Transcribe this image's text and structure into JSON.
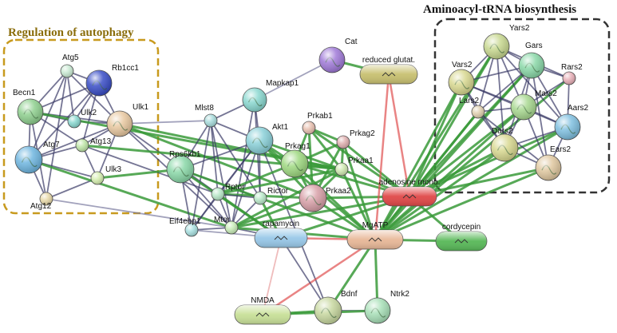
{
  "clusters": [
    {
      "id": "autophagy",
      "title": "Regulation of autophagy",
      "title_color": "#8a6d0b",
      "border_color": "#c89a1e"
    },
    {
      "id": "trna",
      "title": "Aminoacyl-tRNA biosynthesis",
      "title_color": "#111111",
      "border_color": "#333333"
    }
  ],
  "nodes": [
    {
      "id": "Atg5",
      "label": "Atg5",
      "kind": "small",
      "color": "#c9ead3",
      "label_side": "top"
    },
    {
      "id": "Rb1cc1",
      "label": "Rb1cc1",
      "kind": "protein",
      "color": "#3a4ec7",
      "label_side": "right"
    },
    {
      "id": "Becn1",
      "label": "Becn1",
      "kind": "protein",
      "color": "#8fd08f",
      "label_side": "top"
    },
    {
      "id": "Ulk2",
      "label": "Ulk2",
      "kind": "small",
      "color": "#8ad8d0",
      "label_side": "right"
    },
    {
      "id": "Ulk1",
      "label": "Ulk1",
      "kind": "protein",
      "color": "#e8c8a0",
      "label_side": "right"
    },
    {
      "id": "Atg7",
      "label": "Atg7",
      "kind": "protein",
      "color": "#6fb6e0",
      "label_side": "right"
    },
    {
      "id": "Atg13",
      "label": "Atg13",
      "kind": "small",
      "color": "#bfe6a8",
      "label_side": "right"
    },
    {
      "id": "Ulk3",
      "label": "Ulk3",
      "kind": "small",
      "color": "#d6efb0",
      "label_side": "right"
    },
    {
      "id": "Atg12",
      "label": "Atg12",
      "kind": "small",
      "color": "#e8d9a8",
      "label_side": "right"
    },
    {
      "id": "Mlst8",
      "label": "Mlst8",
      "kind": "small",
      "color": "#a8dcdc",
      "label_side": "left"
    },
    {
      "id": "Mapkap1",
      "label": "Mapkap1",
      "kind": "protein",
      "color": "#8ad8d0",
      "label_side": "topright"
    },
    {
      "id": "Akt1",
      "label": "Akt1",
      "kind": "protein",
      "color": "#8ad0d8",
      "label_side": "topright"
    },
    {
      "id": "Prkab1",
      "label": "Prkab1",
      "kind": "small",
      "color": "#e8c0b0",
      "label_side": "right"
    },
    {
      "id": "Prkag2",
      "label": "Prkag2",
      "kind": "small",
      "color": "#e0b0b0",
      "label_side": "right"
    },
    {
      "id": "Prkag1",
      "label": "Prkag1",
      "kind": "protein",
      "color": "#9ed880",
      "label_side": "topright"
    },
    {
      "id": "Prkaa1",
      "label": "Prkaa1",
      "kind": "small",
      "color": "#cfe8b0",
      "label_side": "right"
    },
    {
      "id": "Prkaa2",
      "label": "Prkaa2",
      "kind": "protein",
      "color": "#d8a0a8",
      "label_side": "right"
    },
    {
      "id": "Rps6kb1",
      "label": "Rps6kb1",
      "kind": "protein",
      "color": "#8ad8a8",
      "label_side": "topleft"
    },
    {
      "id": "Rptor",
      "label": "Rptor",
      "kind": "small",
      "color": "#b8e8c8",
      "label_side": "right"
    },
    {
      "id": "Rictor",
      "label": "Rictor",
      "kind": "small",
      "color": "#b8e8c8",
      "label_side": "right"
    },
    {
      "id": "Eif4ebp1",
      "label": "Eif4ebp1",
      "kind": "small",
      "color": "#a8e0e0",
      "label_side": "topright"
    },
    {
      "id": "Mtor",
      "label": "Mtor",
      "kind": "small",
      "color": "#c8ecb8",
      "label_side": "left"
    },
    {
      "id": "Cat",
      "label": "Cat",
      "kind": "protein",
      "color": "#a07ad8",
      "label_side": "right"
    },
    {
      "id": "Yars2",
      "label": "Yars2",
      "kind": "protein",
      "color": "#c8d890",
      "label_side": "topright"
    },
    {
      "id": "Gars",
      "label": "Gars",
      "kind": "protein",
      "color": "#8ad8a8",
      "label_side": "topright"
    },
    {
      "id": "Vars2",
      "label": "Vars2",
      "kind": "protein",
      "color": "#d8d890",
      "label_side": "topright"
    },
    {
      "id": "Rars2",
      "label": "Rars2",
      "kind": "small",
      "color": "#e8b0b8",
      "label_side": "right"
    },
    {
      "id": "Lars2",
      "label": "Lars2",
      "kind": "small",
      "color": "#e0d0b0",
      "label_side": "topleft"
    },
    {
      "id": "Mars2",
      "label": "Mars2",
      "kind": "protein",
      "color": "#a8d890",
      "label_side": "topright"
    },
    {
      "id": "Aars2",
      "label": "Aars2",
      "kind": "protein",
      "color": "#80c0e0",
      "label_side": "right"
    },
    {
      "id": "Dars2",
      "label": "Dars2",
      "kind": "protein",
      "color": "#d8d890",
      "label_side": "topright"
    },
    {
      "id": "Ears2",
      "label": "Ears2",
      "kind": "protein",
      "color": "#e0c8a0",
      "label_side": "right"
    },
    {
      "id": "Bdnf",
      "label": "Bdnf",
      "kind": "protein",
      "color": "#c8d8a0",
      "label_side": "topright"
    },
    {
      "id": "Ntrk2",
      "label": "Ntrk2",
      "kind": "protein",
      "color": "#a8e0b8",
      "label_side": "topright"
    },
    {
      "id": "reduced_glutat",
      "label": "reduced glutat.",
      "kind": "pill",
      "color": "#c8c070",
      "label_side": "inside"
    },
    {
      "id": "adenosine_mono",
      "label": "adenosine mono.",
      "kind": "pill",
      "color": "#e04848",
      "label_side": "inside"
    },
    {
      "id": "rapamycin",
      "label": "rapamycin",
      "kind": "pill",
      "color": "#98c8e8",
      "label_side": "inside"
    },
    {
      "id": "MgATP",
      "label": "MgATP",
      "kind": "pill",
      "color": "#e8b898",
      "label_side": "inside"
    },
    {
      "id": "cordycepin",
      "label": "cordycepin",
      "kind": "pill",
      "color": "#58b858",
      "label_side": "inside"
    },
    {
      "id": "NMDA",
      "label": "NMDA",
      "kind": "pill",
      "color": "#c8e098",
      "label_side": "inside"
    }
  ],
  "edges": [
    [
      "Atg5",
      "Rb1cc1",
      "#3a3a66"
    ],
    [
      "Atg5",
      "Becn1",
      "#3a3a66"
    ],
    [
      "Atg5",
      "Atg7",
      "#3a3a66"
    ],
    [
      "Atg5",
      "Ulk1",
      "#3a3a66"
    ],
    [
      "Atg5",
      "Atg12",
      "#3a3a66"
    ],
    [
      "Atg5",
      "Ulk2",
      "#3a3a66"
    ],
    [
      "Rb1cc1",
      "Ulk1",
      "#3a3a66"
    ],
    [
      "Rb1cc1",
      "Ulk2",
      "#3a3a66"
    ],
    [
      "Rb1cc1",
      "Atg13",
      "#3a3a66"
    ],
    [
      "Rb1cc1",
      "Becn1",
      "#3a3a66"
    ],
    [
      "Rb1cc1",
      "Atg7",
      "#3a3a66"
    ],
    [
      "Becn1",
      "Atg7",
      "#3a3a66"
    ],
    [
      "Becn1",
      "Ulk1",
      "#3a3a66"
    ],
    [
      "Becn1",
      "Ulk2",
      "#3a3a66"
    ],
    [
      "Becn1",
      "Atg13",
      "#3a3a66"
    ],
    [
      "Becn1",
      "Atg12",
      "#3a3a66"
    ],
    [
      "Ulk1",
      "Ulk2",
      "#3a3a66"
    ],
    [
      "Ulk1",
      "Atg13",
      "#3a3a66"
    ],
    [
      "Ulk1",
      "Atg7",
      "#3a3a66"
    ],
    [
      "Ulk1",
      "Ulk3",
      "#3a3a66"
    ],
    [
      "Ulk1",
      "Mlst8",
      "#7a7aa0"
    ],
    [
      "Ulk1",
      "Rptor",
      "#3a3a66"
    ],
    [
      "Ulk1",
      "Mtor",
      "#3a3a66"
    ],
    [
      "Ulk1",
      "Prkaa1",
      "#3a9a3a"
    ],
    [
      "Ulk1",
      "Prkaa2",
      "#3a9a3a"
    ],
    [
      "Atg7",
      "Atg12",
      "#3a3a66"
    ],
    [
      "Atg7",
      "Atg13",
      "#3a3a66"
    ],
    [
      "Atg7",
      "Ulk3",
      "#3a3a66"
    ],
    [
      "Atg13",
      "Ulk3",
      "#3a3a66"
    ],
    [
      "Atg13",
      "Rptor",
      "#3a3a66"
    ],
    [
      "Atg12",
      "Ulk3",
      "#3a3a66"
    ],
    [
      "Ulk3",
      "Rps6kb1",
      "#3a9a3a"
    ],
    [
      "Atg12",
      "Mtor",
      "#7a7aa0"
    ],
    [
      "Atg7",
      "Mtor",
      "#3a9a3a"
    ],
    [
      "Becn1",
      "Prkaa1",
      "#3a9a3a"
    ],
    [
      "Atg13",
      "Prkaa1",
      "#3a9a3a"
    ],
    [
      "Mlst8",
      "Akt1",
      "#3a3a66"
    ],
    [
      "Mlst8",
      "Rptor",
      "#3a3a66"
    ],
    [
      "Mlst8",
      "Rictor",
      "#3a3a66"
    ],
    [
      "Mlst8",
      "Mtor",
      "#3a3a66"
    ],
    [
      "Mlst8",
      "Rps6kb1",
      "#3a3a66"
    ],
    [
      "Mlst8",
      "Mapkap1",
      "#3a3a66"
    ],
    [
      "Mlst8",
      "Eif4ebp1",
      "#3a3a66"
    ],
    [
      "Mapkap1",
      "Akt1",
      "#3a3a66"
    ],
    [
      "Mapkap1",
      "Rictor",
      "#3a3a66"
    ],
    [
      "Mapkap1",
      "Mtor",
      "#3a3a66"
    ],
    [
      "Mapkap1",
      "Cat",
      "#7a7aa0"
    ],
    [
      "Akt1",
      "Rps6kb1",
      "#3a3a66"
    ],
    [
      "Akt1",
      "Rptor",
      "#3a3a66"
    ],
    [
      "Akt1",
      "Rictor",
      "#3a3a66"
    ],
    [
      "Akt1",
      "Mtor",
      "#3a3a66"
    ],
    [
      "Akt1",
      "Prkag1",
      "#3a9a3a"
    ],
    [
      "Akt1",
      "Prkaa1",
      "#3a9a3a"
    ],
    [
      "Akt1",
      "Prkaa2",
      "#3a9a3a"
    ],
    [
      "Akt1",
      "Eif4ebp1",
      "#3a3a66"
    ],
    [
      "Akt1",
      "Bdnf",
      "#3a3a66"
    ],
    [
      "Akt1",
      "MgATP",
      "#3a9a3a"
    ],
    [
      "Prkab1",
      "Prkag1",
      "#3a9a3a"
    ],
    [
      "Prkab1",
      "Prkag2",
      "#3a9a3a"
    ],
    [
      "Prkab1",
      "Prkaa1",
      "#3a9a3a"
    ],
    [
      "Prkab1",
      "Prkaa2",
      "#3a9a3a"
    ],
    [
      "Prkag2",
      "Prkaa1",
      "#3a9a3a"
    ],
    [
      "Prkag2",
      "Prkag1",
      "#3a9a3a"
    ],
    [
      "Prkag2",
      "Prkaa2",
      "#3a9a3a"
    ],
    [
      "Prkag1",
      "Prkaa1",
      "#3a9a3a"
    ],
    [
      "Prkag1",
      "Prkaa2",
      "#3a9a3a"
    ],
    [
      "Prkag1",
      "Rptor",
      "#3a9a3a"
    ],
    [
      "Prkaa1",
      "Prkaa2",
      "#3a9a3a"
    ],
    [
      "Prkaa1",
      "Rptor",
      "#3a9a3a"
    ],
    [
      "Prkaa1",
      "Mtor",
      "#3a9a3a"
    ],
    [
      "Prkaa2",
      "Rptor",
      "#3a9a3a"
    ],
    [
      "Prkaa2",
      "Mtor",
      "#3a9a3a"
    ],
    [
      "Prkaa1",
      "adenosine_mono",
      "#3a9a3a"
    ],
    [
      "Prkaa2",
      "adenosine_mono",
      "#3a9a3a"
    ],
    [
      "Prkag1",
      "adenosine_mono",
      "#3a9a3a"
    ],
    [
      "Prkag2",
      "adenosine_mono",
      "#3a9a3a"
    ],
    [
      "Prkab1",
      "adenosine_mono",
      "#3a9a3a"
    ],
    [
      "Prkaa1",
      "MgATP",
      "#3a9a3a"
    ],
    [
      "Prkaa2",
      "MgATP",
      "#3a9a3a"
    ],
    [
      "Prkag1",
      "MgATP",
      "#3a9a3a"
    ],
    [
      "Prkag2",
      "MgATP",
      "#3a9a3a"
    ],
    [
      "Rps6kb1",
      "Rptor",
      "#3a3a66"
    ],
    [
      "Rps6kb1",
      "Mtor",
      "#3a3a66"
    ],
    [
      "Rps6kb1",
      "Eif4ebp1",
      "#3a3a66"
    ],
    [
      "Rps6kb1",
      "Rictor",
      "#3a3a66"
    ],
    [
      "Rps6kb1",
      "MgATP",
      "#3a9a3a"
    ],
    [
      "Rps6kb1",
      "rapamycin",
      "#3a9a3a"
    ],
    [
      "Rptor",
      "Rictor",
      "#3a3a66"
    ],
    [
      "Rptor",
      "Mtor",
      "#3a3a66"
    ],
    [
      "Rptor",
      "Eif4ebp1",
      "#3a3a66"
    ],
    [
      "Rictor",
      "Mtor",
      "#3a3a66"
    ],
    [
      "Eif4ebp1",
      "Mtor",
      "#3a3a66"
    ],
    [
      "Eif4ebp1",
      "rapamycin",
      "#7a7aa0"
    ],
    [
      "Mtor",
      "rapamycin",
      "#3a3a66"
    ],
    [
      "Rptor",
      "rapamycin",
      "#3a9a3a"
    ],
    [
      "Rictor",
      "rapamycin",
      "#3a9a3a"
    ],
    [
      "Mtor",
      "MgATP",
      "#3a9a3a"
    ],
    [
      "Mtor",
      "adenosine_mono",
      "#3a9a3a"
    ],
    [
      "Cat",
      "reduced_glutat",
      "#3a9a3a"
    ],
    [
      "reduced_glutat",
      "adenosine_mono",
      "#e05050"
    ],
    [
      "reduced_glutat",
      "MgATP",
      "#e05050"
    ],
    [
      "adenosine_mono",
      "MgATP",
      "#3a9a3a"
    ],
    [
      "adenosine_mono",
      "cordycepin",
      "#3a9a3a"
    ],
    [
      "adenosine_mono",
      "rapamycin",
      "#3a9a3a"
    ],
    [
      "MgATP",
      "cordycepin",
      "#3a9a3a"
    ],
    [
      "MgATP",
      "rapamycin",
      "#e05050"
    ],
    [
      "MgATP",
      "Bdnf",
      "#3a9a3a"
    ],
    [
      "MgATP",
      "Ntrk2",
      "#3a9a3a"
    ],
    [
      "MgATP",
      "NMDA",
      "#e05050"
    ],
    [
      "rapamycin",
      "Bdnf",
      "#3a3a66"
    ],
    [
      "rapamycin",
      "NMDA",
      "#e8a0a0"
    ],
    [
      "Bdnf",
      "Ntrk2",
      "#3a3a66"
    ],
    [
      "Bdnf",
      "NMDA",
      "#3a9a3a"
    ],
    [
      "Ntrk2",
      "NMDA",
      "#3a9a3a"
    ],
    [
      "MgATP",
      "Yars2",
      "#3a9a3a"
    ],
    [
      "MgATP",
      "Gars",
      "#3a9a3a"
    ],
    [
      "MgATP",
      "Vars2",
      "#3a9a3a"
    ],
    [
      "MgATP",
      "Lars2",
      "#3a9a3a"
    ],
    [
      "MgATP",
      "Mars2",
      "#3a9a3a"
    ],
    [
      "MgATP",
      "Dars2",
      "#3a9a3a"
    ],
    [
      "MgATP",
      "Ears2",
      "#3a9a3a"
    ],
    [
      "MgATP",
      "Aars2",
      "#3a9a3a"
    ],
    [
      "MgATP",
      "Rars2",
      "#3a9a3a"
    ],
    [
      "adenosine_mono",
      "Yars2",
      "#3a9a3a"
    ],
    [
      "adenosine_mono",
      "Gars",
      "#3a9a3a"
    ],
    [
      "adenosine_mono",
      "Vars2",
      "#3a9a3a"
    ],
    [
      "adenosine_mono",
      "Lars2",
      "#3a9a3a"
    ],
    [
      "adenosine_mono",
      "Mars2",
      "#3a9a3a"
    ],
    [
      "adenosine_mono",
      "Dars2",
      "#3a9a3a"
    ],
    [
      "adenosine_mono",
      "Ears2",
      "#3a9a3a"
    ],
    [
      "adenosine_mono",
      "Aars2",
      "#3a9a3a"
    ],
    [
      "Yars2",
      "Gars",
      "#3a3a66"
    ],
    [
      "Yars2",
      "Vars2",
      "#3a3a66"
    ],
    [
      "Yars2",
      "Lars2",
      "#3a3a66"
    ],
    [
      "Yars2",
      "Mars2",
      "#3a3a66"
    ],
    [
      "Yars2",
      "Dars2",
      "#3a3a66"
    ],
    [
      "Yars2",
      "Rars2",
      "#3a3a66"
    ],
    [
      "Yars2",
      "Aars2",
      "#3a3a66"
    ],
    [
      "Gars",
      "Vars2",
      "#3a3a66"
    ],
    [
      "Gars",
      "Rars2",
      "#3a3a66"
    ],
    [
      "Gars",
      "Mars2",
      "#3a3a66"
    ],
    [
      "Gars",
      "Lars2",
      "#3a3a66"
    ],
    [
      "Gars",
      "Aars2",
      "#3a3a66"
    ],
    [
      "Gars",
      "Dars2",
      "#3a3a66"
    ],
    [
      "Gars",
      "Ears2",
      "#3a3a66"
    ],
    [
      "Vars2",
      "Lars2",
      "#3a3a66"
    ],
    [
      "Vars2",
      "Mars2",
      "#3a3a66"
    ],
    [
      "Vars2",
      "Dars2",
      "#3a3a66"
    ],
    [
      "Vars2",
      "Aars2",
      "#3a3a66"
    ],
    [
      "Rars2",
      "Mars2",
      "#3a3a66"
    ],
    [
      "Rars2",
      "Aars2",
      "#3a3a66"
    ],
    [
      "Lars2",
      "Mars2",
      "#3a3a66"
    ],
    [
      "Lars2",
      "Dars2",
      "#3a3a66"
    ],
    [
      "Lars2",
      "Ears2",
      "#3a3a66"
    ],
    [
      "Mars2",
      "Aars2",
      "#3a3a66"
    ],
    [
      "Mars2",
      "Dars2",
      "#3a3a66"
    ],
    [
      "Mars2",
      "Ears2",
      "#3a3a66"
    ],
    [
      "Aars2",
      "Dars2",
      "#3a3a66"
    ],
    [
      "Aars2",
      "Ears2",
      "#3a3a66"
    ],
    [
      "Dars2",
      "Ears2",
      "#3a3a66"
    ]
  ]
}
